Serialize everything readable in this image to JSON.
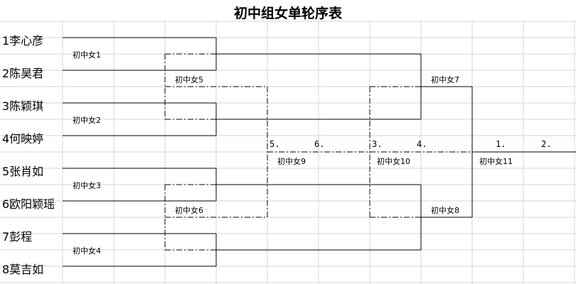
{
  "title": "初中组女单轮序表",
  "players": [
    "1李心彦",
    "2陈昊君",
    "3陈颖琪",
    "4何映婷",
    "5张肖如",
    "6欧阳颖瑶",
    "7彭程",
    "8莫吉如"
  ],
  "matches": {
    "m1": "初中女1",
    "m2": "初中女2",
    "m3": "初中女3",
    "m4": "初中女4",
    "m5": "初中女5",
    "m6": "初中女6",
    "m7": "初中女7",
    "m8": "初中女8",
    "m9": "初中女9",
    "m10": "初中女10",
    "m11": "初中女11"
  },
  "slots": {
    "s5": "5.",
    "s6": "6.",
    "s3": "3.",
    "s4": "4.",
    "s1": "1.",
    "s2": "2."
  }
}
